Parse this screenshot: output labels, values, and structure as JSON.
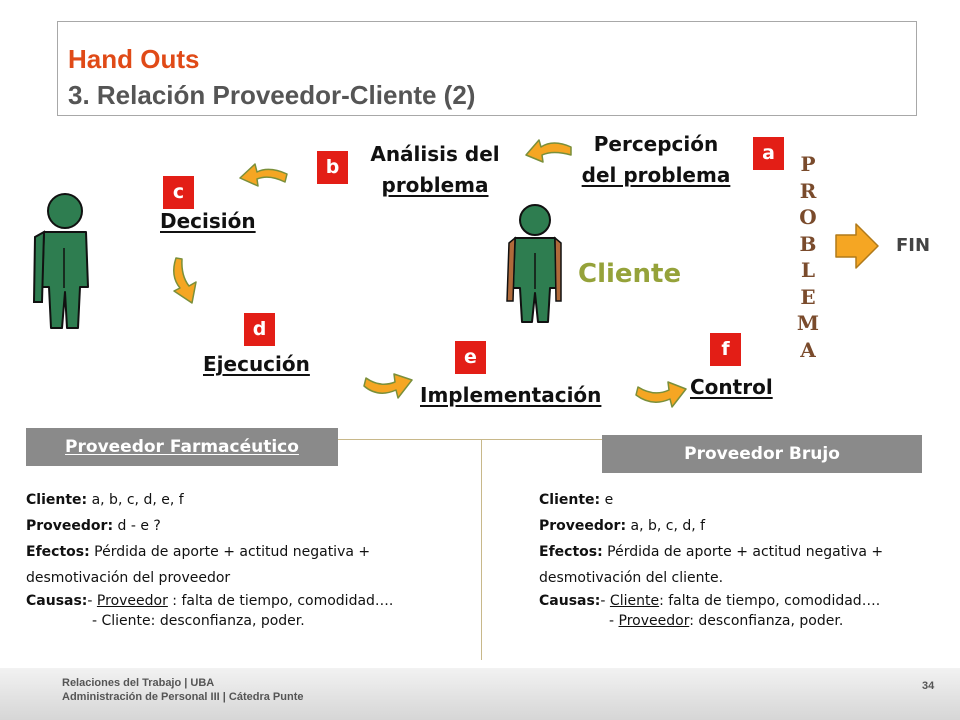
{
  "title": {
    "line1": "Hand Outs",
    "line2": "3. Relación Proveedor-Cliente (2)"
  },
  "steps": {
    "a": {
      "badge": "a",
      "line1": "Percepción",
      "line2": "del problema"
    },
    "b": {
      "badge": "b",
      "line1": "Análisis del",
      "line2": "problema"
    },
    "c": {
      "badge": "c",
      "label": "Decisión"
    },
    "d": {
      "badge": "d",
      "label": "Ejecución"
    },
    "e": {
      "badge": "e",
      "label": "Implementación"
    },
    "f": {
      "badge": "f",
      "label": "Control"
    }
  },
  "problema_letters": [
    "P",
    "R",
    "O",
    "B",
    "L",
    "E",
    "M",
    "A"
  ],
  "cliente_label": "Cliente",
  "fin_label": "FIN",
  "proveedor_farmaceutico": {
    "header": "Proveedor Farmacéutico",
    "cliente_key": "Cliente:",
    "cliente_val": "a, b, c, d, e, f",
    "proveedor_key": "Proveedor:",
    "proveedor_val": "d - e ?",
    "efectos_key": "Efectos:",
    "efectos_val": "Pérdida de aporte + actitud negativa +",
    "efectos_cont": "desmotivación del proveedor",
    "causas_key": "Causas:",
    "causa1_prefix": "- ",
    "causa1_subject": "Proveedor",
    "causa1_rest": " : falta de tiempo, comodidad….",
    "causa2": "- Cliente: desconfianza, poder."
  },
  "proveedor_brujo": {
    "header": "Proveedor Brujo",
    "cliente_key": "Cliente:",
    "cliente_val": "e",
    "proveedor_key": "Proveedor:",
    "proveedor_val": "a, b, c, d, f",
    "efectos_key": "Efectos:",
    "efectos_val": "Pérdida de aporte + actitud negativa +",
    "efectos_cont": "desmotivación del cliente.",
    "causas_key": "Causas:",
    "causa1_prefix": "- ",
    "causa1_subject": "Cliente",
    "causa1_rest": ": falta de tiempo, comodidad….",
    "causa2_prefix": "- ",
    "causa2_subject": "Proveedor",
    "causa2_rest": ": desconfianza, poder."
  },
  "footer": {
    "line1": "Relaciones del Trabajo | UBA",
    "line2": "Administración de Personal III | Cátedra Punte",
    "page": "34"
  },
  "colors": {
    "title_accent": "#e04a17",
    "badge": "#e31e16",
    "person": "#2e7d50",
    "arrow": "#f5a623",
    "cliente_text": "#95a23a",
    "tab_gray": "#8a8a8a"
  },
  "icons": [
    "curved-arrow-icon",
    "person-icon",
    "right-arrow-icon"
  ]
}
